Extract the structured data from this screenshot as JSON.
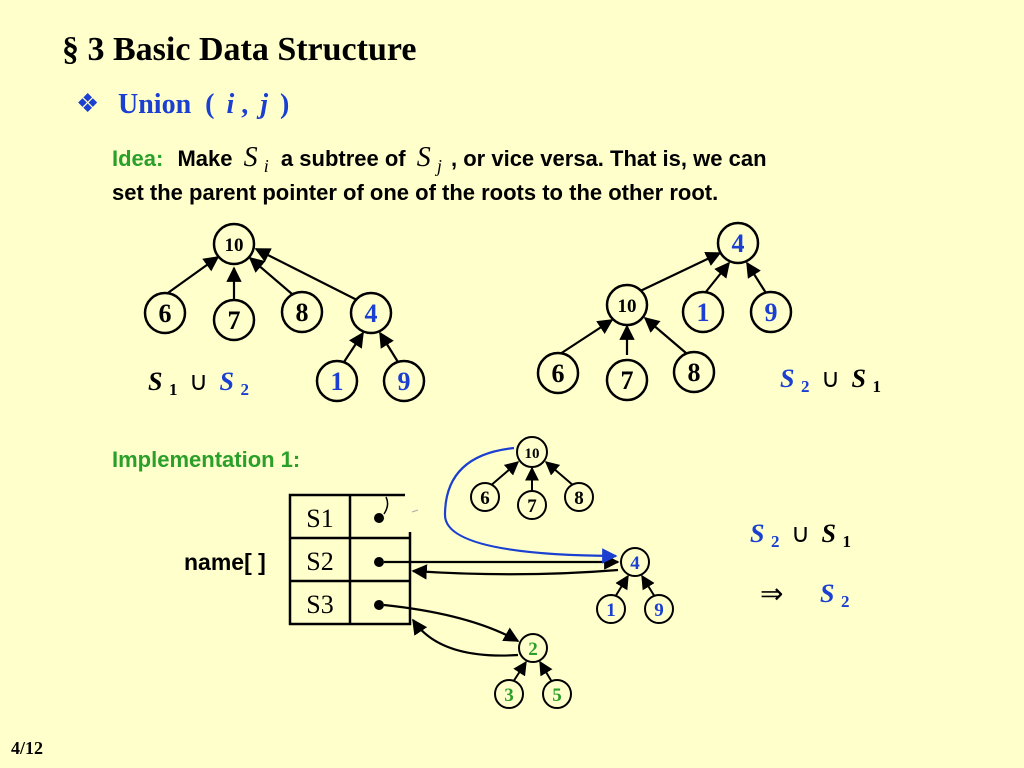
{
  "slide": {
    "title": "§ 3  Basic Data Structure",
    "bullet_symbol": "❖",
    "subtitle": {
      "word": "Union",
      "open": "(",
      "i": "i",
      "comma": ",",
      "j": "j",
      "close": ")"
    },
    "idea": {
      "label": "Idea:",
      "make": "Make",
      "Si_S": "S",
      "Si_sub": "i",
      "mid": "a subtree of",
      "Sj_S": "S",
      "Sj_sub": "j",
      "tail": ", or vice versa.  That is, we can",
      "line2": "set the parent pointer of one of the roots to the other root."
    },
    "tree1": {
      "root": "10",
      "c1": "6",
      "c2": "7",
      "c3": "8",
      "c4": "4",
      "g1": "1",
      "g2": "9"
    },
    "label1": {
      "a": "S",
      "a_sub": "1",
      "op": "∪",
      "b": "S",
      "b_sub": "2"
    },
    "tree2": {
      "root": "4",
      "c1": "10",
      "c2": "1",
      "c3": "9",
      "g1": "6",
      "g2": "7",
      "g3": "8"
    },
    "label2": {
      "a": "S",
      "a_sub": "2",
      "op": "∪",
      "b": "S",
      "b_sub": "1"
    },
    "impl_label": "Implementation 1:",
    "name_label": "name[ ]",
    "table_rows": [
      "S1",
      "S2",
      "S3"
    ],
    "small_tree_top": {
      "root": "10",
      "c1": "6",
      "c2": "7",
      "c3": "8"
    },
    "small_tree_mid": {
      "root": "4",
      "c1": "1",
      "c2": "9"
    },
    "small_tree_bot": {
      "root": "2",
      "c1": "3",
      "c2": "5"
    },
    "result": {
      "a": "S",
      "a_sub": "2",
      "op": "∪",
      "b": "S",
      "b_sub": "1",
      "arrow": "⇒",
      "r": "S",
      "r_sub": "2"
    },
    "page_num": "4/12",
    "colors": {
      "background": "#ffffcc",
      "blue": "#1a3fd1",
      "green": "#2aa02a",
      "black": "#000000"
    }
  }
}
